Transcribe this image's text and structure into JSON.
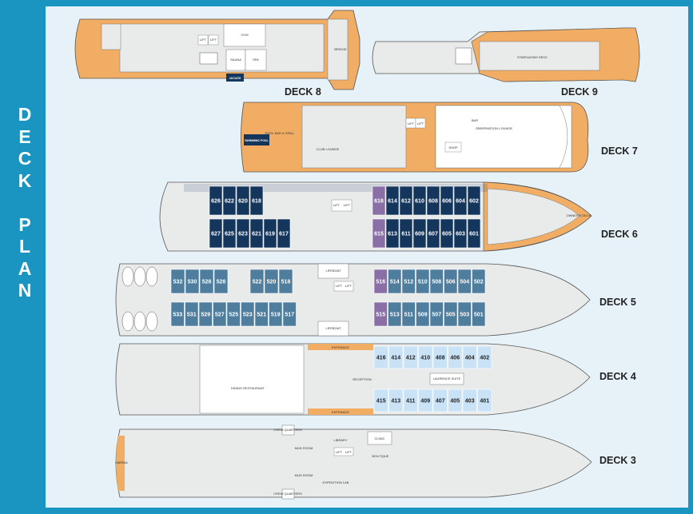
{
  "side_title": [
    "D",
    "E",
    "C",
    "K",
    "",
    "P",
    "L",
    "A",
    "N"
  ],
  "decks": [
    {
      "id": "deck8",
      "label": "DECK 8",
      "rooms": {
        "gym": "GYM",
        "sauna": "SAUNA",
        "spa": "SPA",
        "jacuzzi": "JACUZZI",
        "bridge": "BRIDGE",
        "lift1": "LIFT",
        "lift2": "LIFT"
      }
    },
    {
      "id": "deck9",
      "label": "DECK 9",
      "rooms": {
        "stargazing": "STARGAZING DECK"
      }
    },
    {
      "id": "deck7",
      "label": "DECK 7",
      "rooms": {
        "pool": "SWIMMING POOL",
        "poolbar": "POOL BAR & GRILL",
        "lounge": "CLUB LOUNGE",
        "observation": "OBSERVATION LOUNGE",
        "bar": "BAR",
        "shop": "SHOP",
        "lift1": "LIFT",
        "lift2": "LIFT"
      }
    },
    {
      "id": "deck6",
      "label": "DECK 6",
      "rooms": {
        "lift1": "LIFT",
        "lift2": "LIFT",
        "owners": "OWNER'S DECK"
      },
      "cabins_top": [
        "616",
        "614",
        "612",
        "610",
        "608",
        "606",
        "604",
        "602"
      ],
      "cabins_top_aft": [
        "626",
        "622",
        "620",
        "618"
      ],
      "cabins_bottom": [
        "615",
        "613",
        "611",
        "609",
        "607",
        "605",
        "603",
        "601"
      ],
      "cabins_bottom_aft": [
        "627",
        "625",
        "623",
        "621",
        "619",
        "617"
      ]
    },
    {
      "id": "deck5",
      "label": "DECK 5",
      "rooms": {
        "lifeboat1": "LIFEBOAT",
        "lifeboat2": "LIFEBOAT",
        "lift1": "LIFT",
        "lift2": "LIFT"
      },
      "cabins_top_aft": [
        "532",
        "530",
        "528",
        "526"
      ],
      "cabins_top_mid": [
        "522",
        "520",
        "518"
      ],
      "cabins_top": [
        "516",
        "514",
        "512",
        "510",
        "508",
        "506",
        "504",
        "502"
      ],
      "cabins_bottom_aft": [
        "533",
        "531",
        "529",
        "527",
        "525",
        "523",
        "521",
        "519",
        "517"
      ],
      "cabins_bottom": [
        "515",
        "513",
        "511",
        "509",
        "507",
        "505",
        "503",
        "501"
      ]
    },
    {
      "id": "deck4",
      "label": "DECK 4",
      "rooms": {
        "restaurant": "DINING RESTAURANT",
        "entrance1": "ENTRANCE",
        "entrance2": "ENTRANCE",
        "reception": "RECEPTION",
        "suite": "LAURENCE SUITE"
      },
      "cabins_top": [
        "416",
        "414",
        "412",
        "410",
        "408",
        "406",
        "404",
        "402"
      ],
      "cabins_bottom": [
        "415",
        "413",
        "411",
        "409",
        "407",
        "405",
        "403",
        "401"
      ]
    },
    {
      "id": "deck3",
      "label": "DECK 3",
      "rooms": {
        "library": "LIBRARY",
        "clinic": "CLINIC",
        "boutique": "BOUTIQUE",
        "expedition": "EXPEDITION LAB",
        "marina": "MARINA",
        "lift1": "LIFT",
        "lift2": "LIFT",
        "mudroom1": "MUD ROOM",
        "mudroom2": "MUD ROOM",
        "crew1": "CREW QUARTERS",
        "crew2": "CREW QUARTERS"
      }
    }
  ],
  "colors": {
    "frame": "#1a94c0",
    "panel": "#e6f2f8",
    "hull": "#e9eaea",
    "orange": "#f0ad63",
    "navy": "#14355c",
    "purple": "#8a6fa6",
    "blue5": "#4f7d9e",
    "blue4": "#c9e2f6"
  }
}
